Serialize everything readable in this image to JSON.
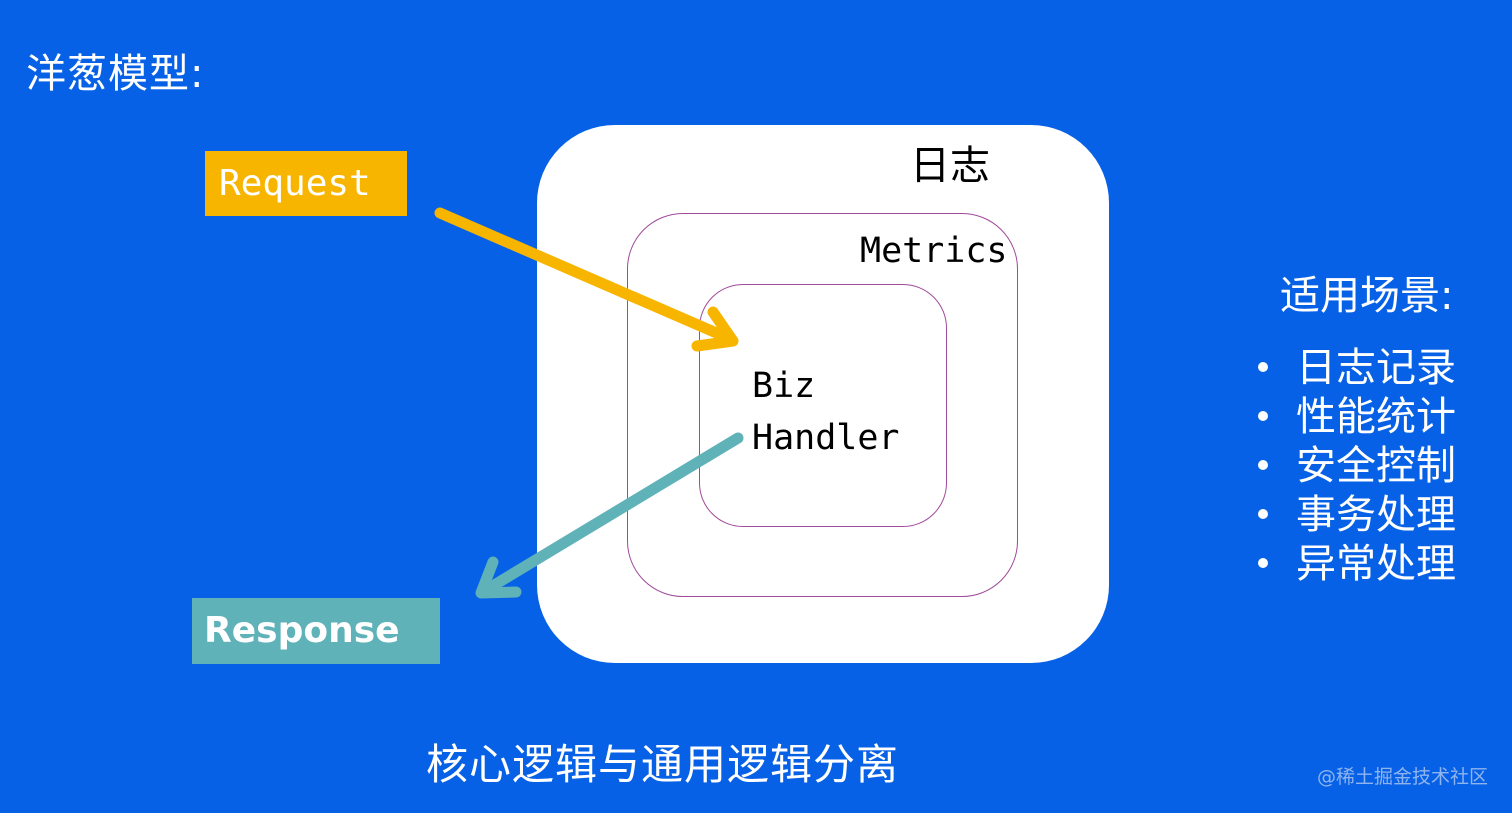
{
  "title": "洋葱模型:",
  "layers": {
    "outer": "日志",
    "middle": "Metrics",
    "inner_line1": "Biz",
    "inner_line2": "Handler"
  },
  "request_label": "Request",
  "response_label": "Response",
  "scenarios": {
    "title": "适用场景:",
    "items": [
      "日志记录",
      "性能统计",
      "安全控制",
      "事务处理",
      "异常处理"
    ]
  },
  "caption": "核心逻辑与通用逻辑分离",
  "watermark": "@稀土掘金技术社区",
  "colors": {
    "background": "#0761e6",
    "request": "#f8b500",
    "response": "#5fb2b8",
    "layer_border": "#a04a9a"
  }
}
